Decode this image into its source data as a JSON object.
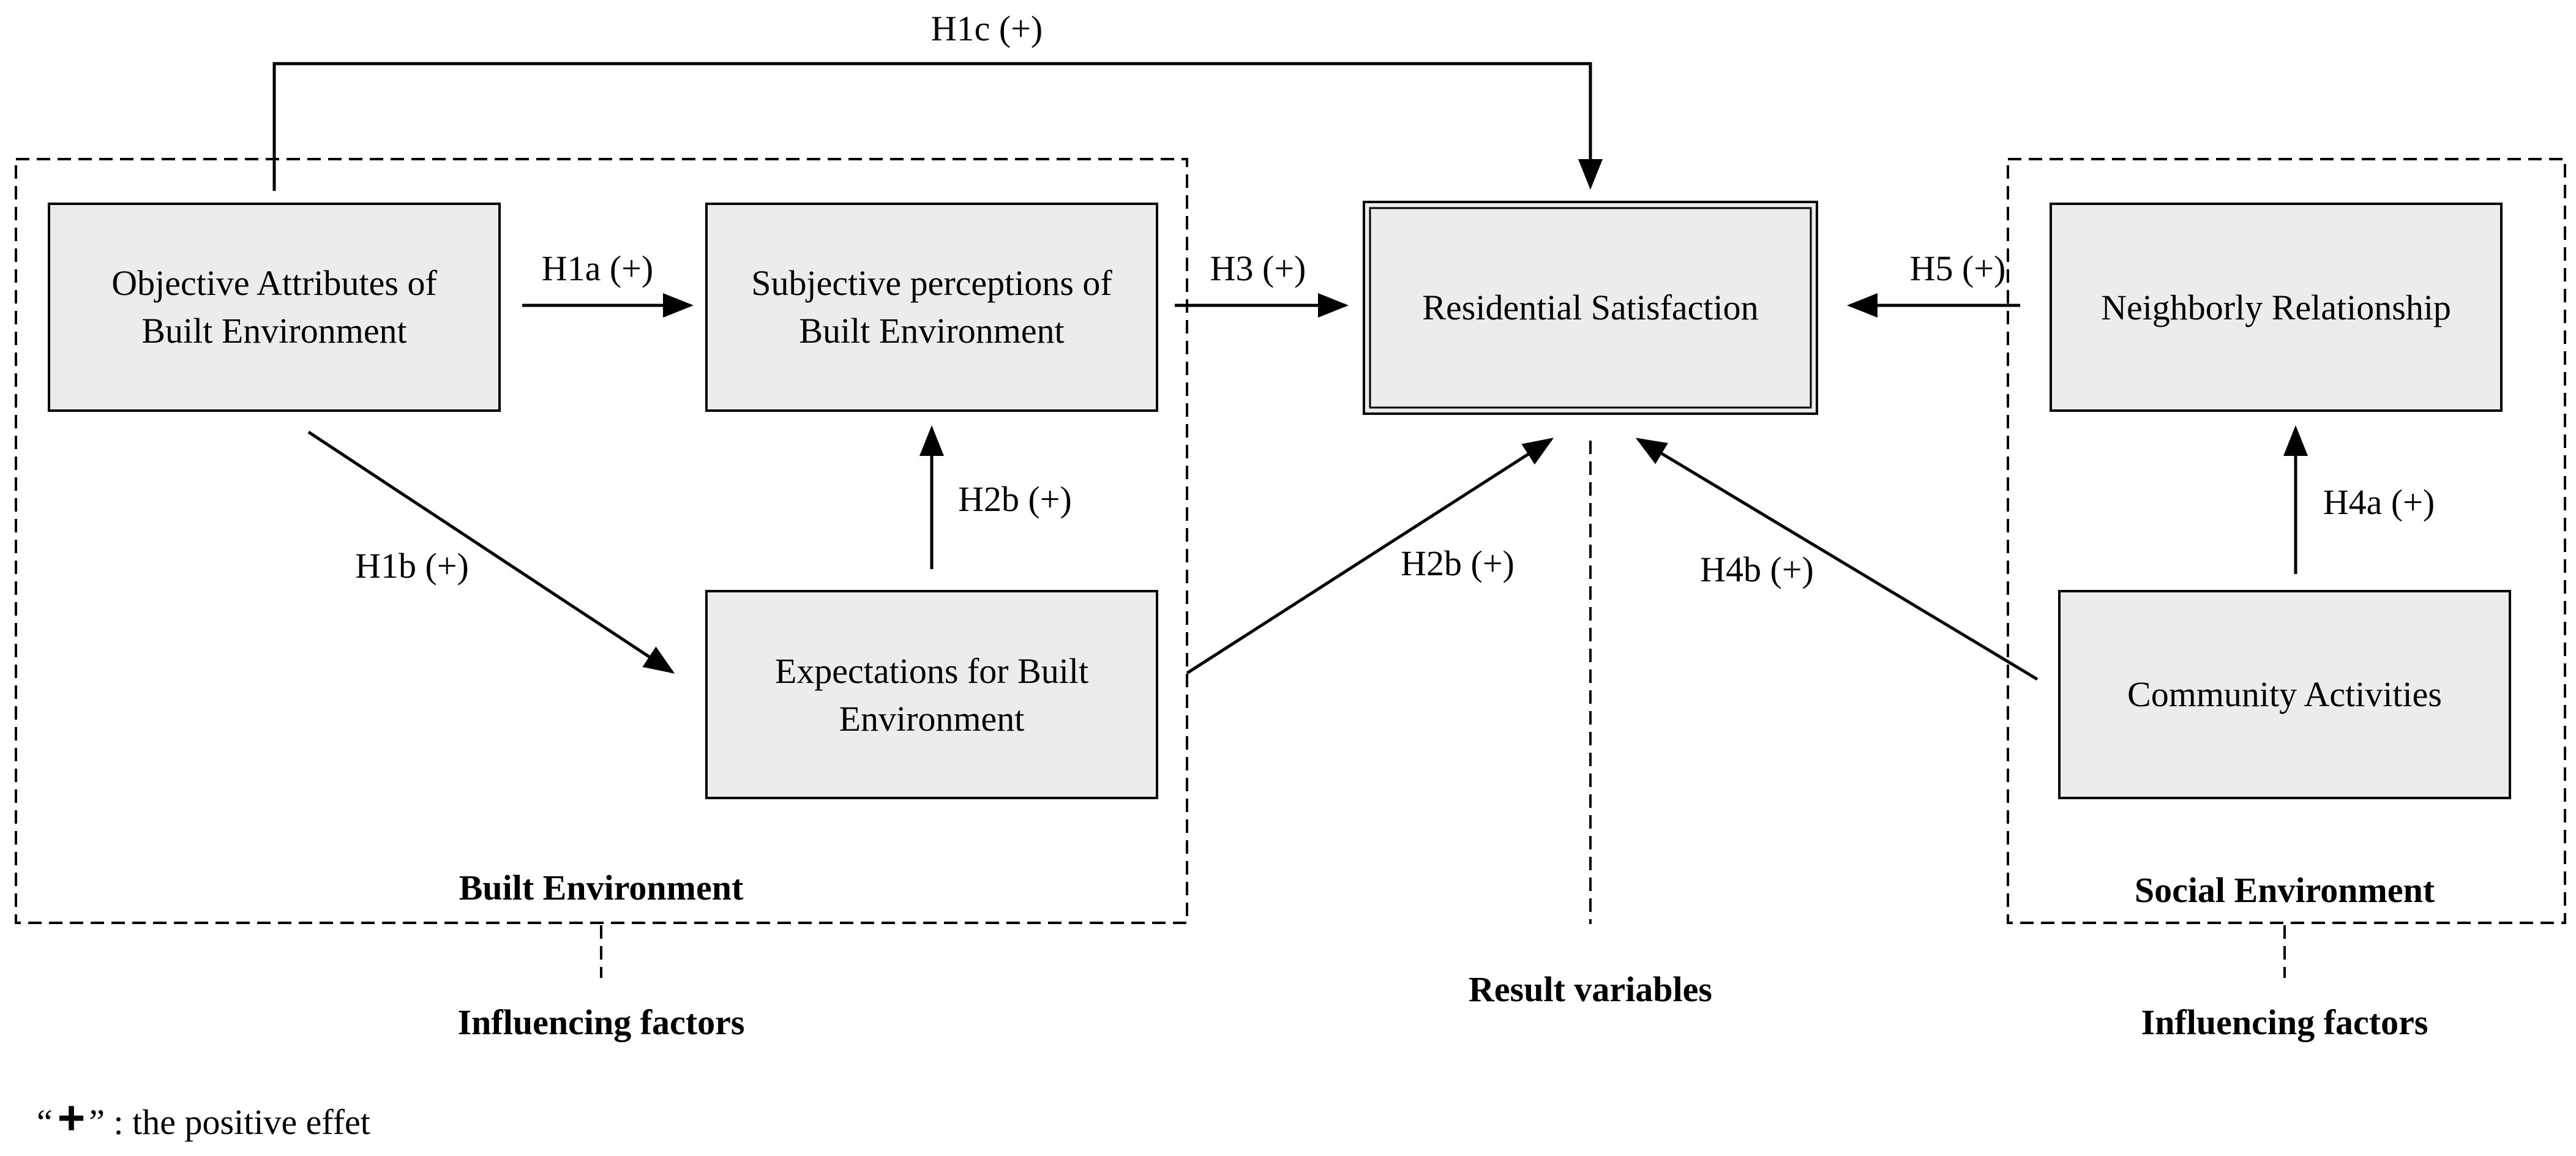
{
  "nodes": {
    "objective": [
      "Objective Attributes of",
      "Built Environment"
    ],
    "subjective": [
      "Subjective perceptions of",
      "Built Environment"
    ],
    "expectations": [
      "Expectations for Built",
      "Environment"
    ],
    "satisfaction": [
      "Residential Satisfaction"
    ],
    "neighborly": [
      "Neighborly Relationship"
    ],
    "community": [
      "Community Activities"
    ]
  },
  "edges": {
    "h1c": "H1c (+)",
    "h1a": "H1a (+)",
    "h1b": "H1b (+)",
    "h2b_vertical": "H2b (+)",
    "h2b_diagonal": "H2b (+)",
    "h3": "H3 (+)",
    "h5": "H5 (+)",
    "h4a": "H4a (+)",
    "h4b": "H4b (+)"
  },
  "groups": {
    "built": "Built Environment",
    "social": "Social  Environment"
  },
  "sections": {
    "left": "Influencing factors",
    "center": "Result variables",
    "right": "Influencing factors"
  },
  "legend": {
    "open_quote": "“",
    "plus": "+",
    "rest": "” : the positive effet"
  }
}
